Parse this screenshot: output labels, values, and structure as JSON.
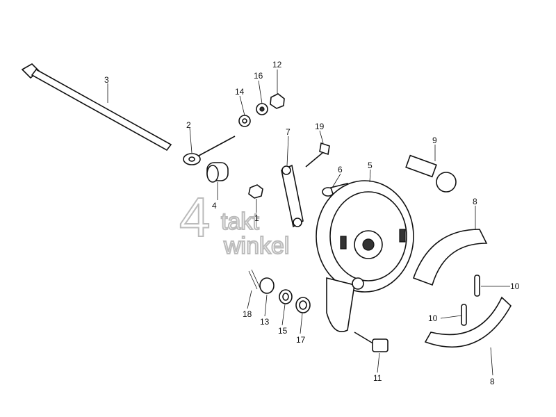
{
  "watermark": {
    "line1": "4takt",
    "line2": "winkel"
  },
  "callouts": [
    {
      "id": "c3",
      "label": "3"
    },
    {
      "id": "c2",
      "label": "2"
    },
    {
      "id": "c14",
      "label": "14"
    },
    {
      "id": "c16",
      "label": "16"
    },
    {
      "id": "c12",
      "label": "12"
    },
    {
      "id": "c7",
      "label": "7"
    },
    {
      "id": "c19",
      "label": "19"
    },
    {
      "id": "c6",
      "label": "6"
    },
    {
      "id": "c5",
      "label": "5"
    },
    {
      "id": "c9",
      "label": "9"
    },
    {
      "id": "c8a",
      "label": "8"
    },
    {
      "id": "c4",
      "label": "4"
    },
    {
      "id": "c1",
      "label": "1"
    },
    {
      "id": "c10a",
      "label": "10"
    },
    {
      "id": "c10b",
      "label": "10"
    },
    {
      "id": "c18",
      "label": "18"
    },
    {
      "id": "c13",
      "label": "13"
    },
    {
      "id": "c15",
      "label": "15"
    },
    {
      "id": "c17",
      "label": "17"
    },
    {
      "id": "c11",
      "label": "11"
    },
    {
      "id": "c8b",
      "label": "8"
    }
  ]
}
